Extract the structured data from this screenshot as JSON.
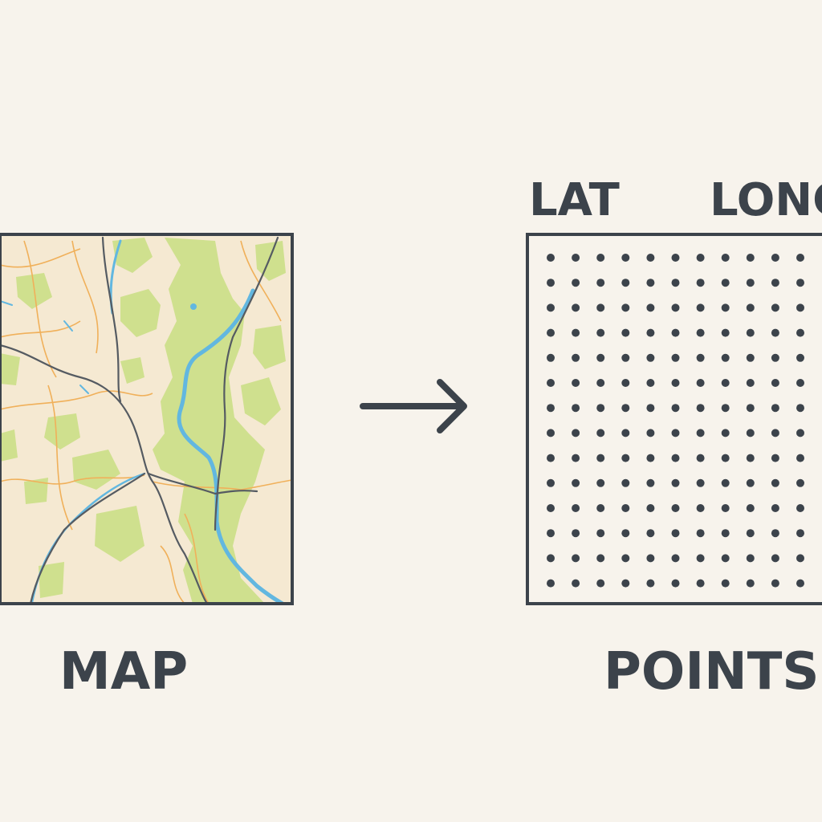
{
  "labels": {
    "lat": "LAT",
    "long": "LONG",
    "map": "MAP",
    "points": "POINTS"
  },
  "colors": {
    "background": "#f7f3ec",
    "ink": "#3c434b",
    "map_land": "#f5e9d2",
    "map_forest": "#cfe08e",
    "map_water": "#62b7e0",
    "map_road_major": "#555b62",
    "map_road_minor": "#f0b05a"
  },
  "icons": {
    "arrow": "right-arrow-icon"
  }
}
